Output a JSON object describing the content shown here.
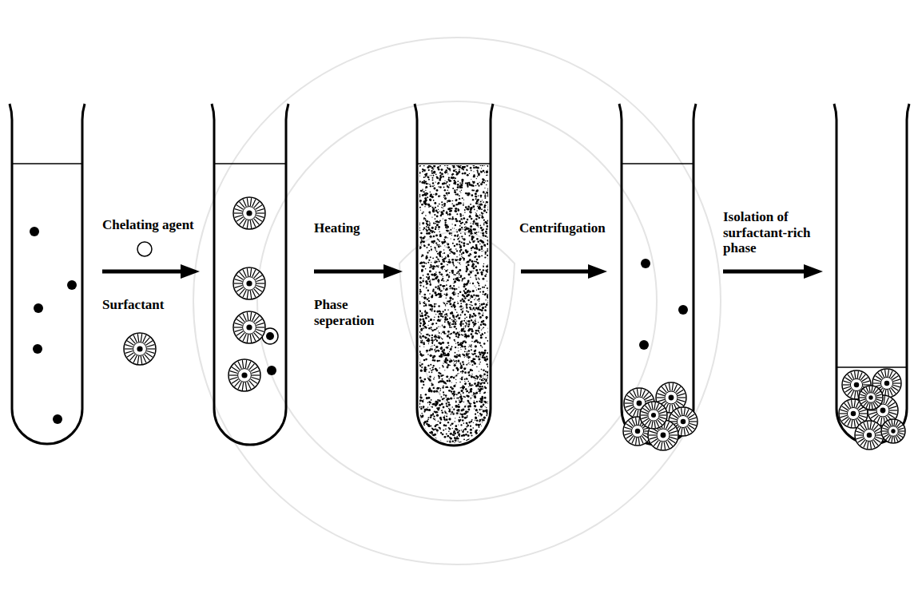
{
  "diagram": {
    "labels": [
      "Chelating agent",
      "Surfactant",
      "Heating",
      "Phase seperation",
      "Centrifugation",
      "Isolation of surfactant-rich phase"
    ]
  }
}
